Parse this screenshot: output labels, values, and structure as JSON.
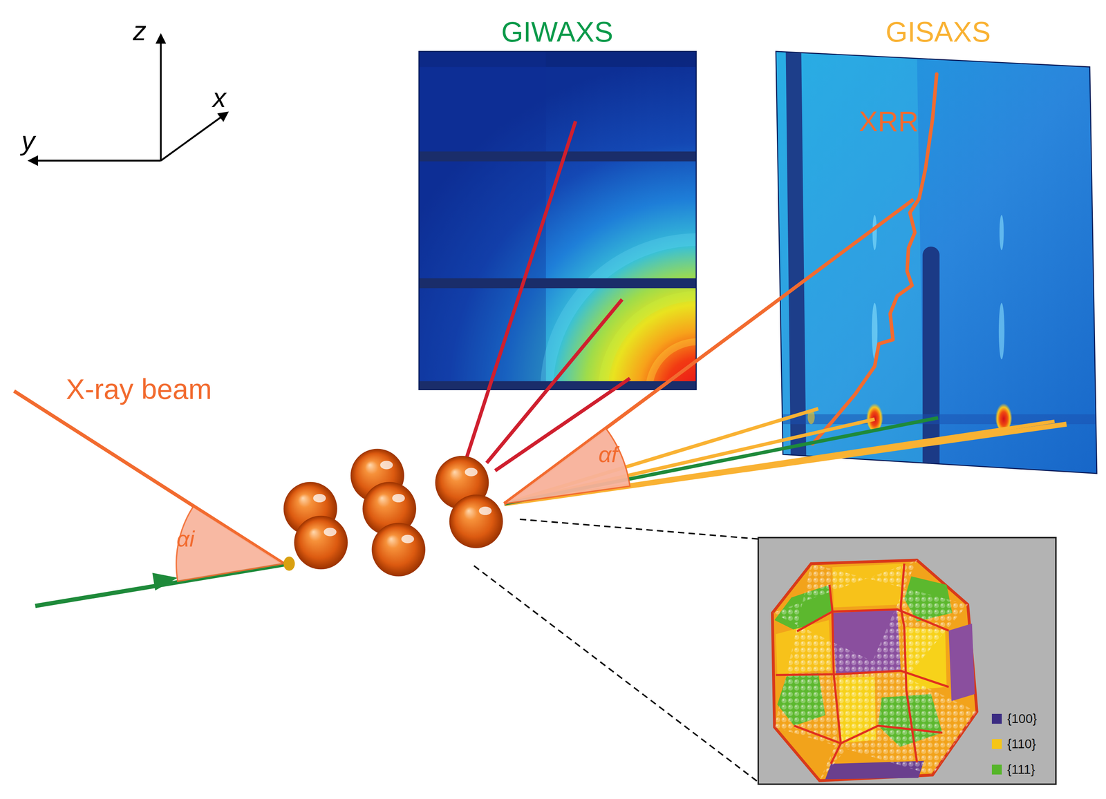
{
  "diagram": {
    "nodes": [
      {
        "text": [
          "GIWAXS"
        ]
      },
      {
        "text": [
          "GISAXS",
          "XRR"
        ]
      }
    ],
    "labels": [
      "z",
      "x",
      "y",
      "X-ray beam",
      "αi",
      "αf"
    ],
    "legend": [
      {
        "text": "{100}",
        "color": "#3b2c82"
      },
      {
        "text": "{110}",
        "color": "#f5c518"
      },
      {
        "text": "{111}",
        "color": "#56b52a"
      }
    ]
  }
}
